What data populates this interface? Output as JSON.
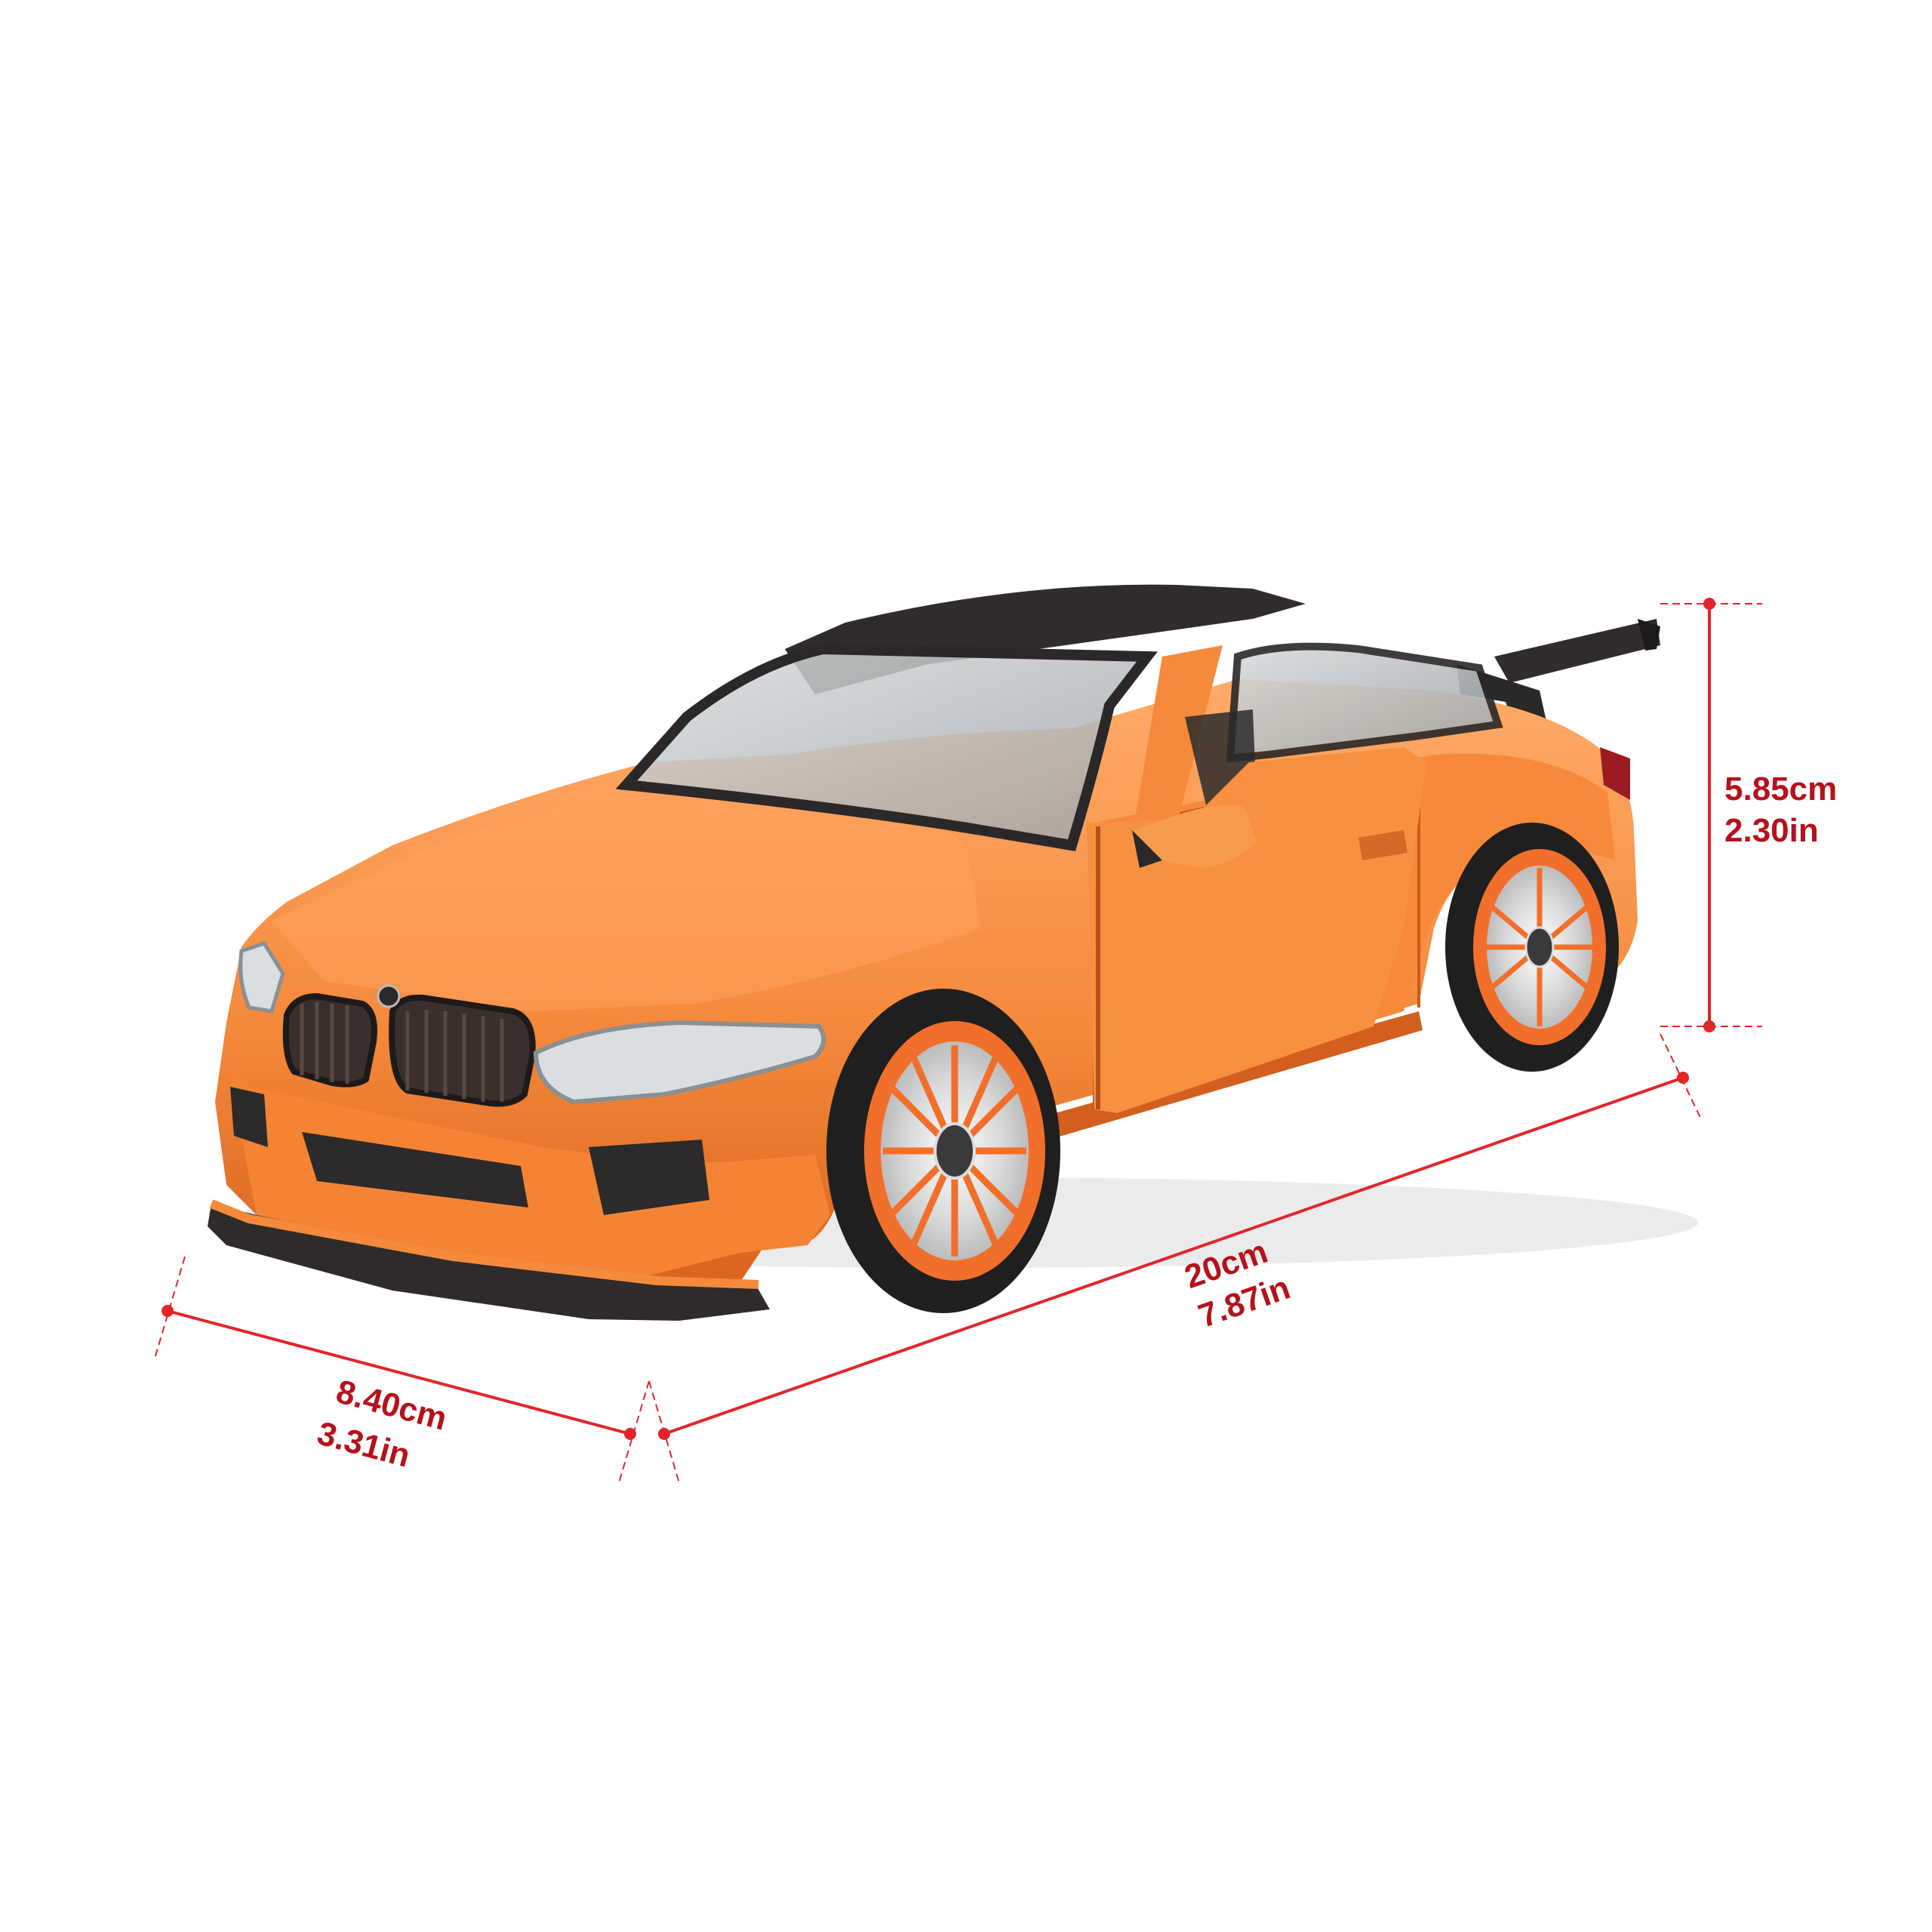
{
  "colors": {
    "body": "#f58a3c",
    "body_light": "#ffa867",
    "body_dark": "#d2641f",
    "roof": "#2f2c2b",
    "glass": "#bfc4c6",
    "tire": "#1f1f1f",
    "rim": "#f26f2b",
    "rim_face": "#e9e9ea",
    "dimension_line": "#e0262b",
    "dimension_text": "#b5121b"
  },
  "dimensions": {
    "height": {
      "cm": "5.85cm",
      "in": "2.30in"
    },
    "length": {
      "cm": "20cm",
      "in": "7.87in"
    },
    "width": {
      "cm": "8.40cm",
      "in": "3.31in"
    }
  }
}
